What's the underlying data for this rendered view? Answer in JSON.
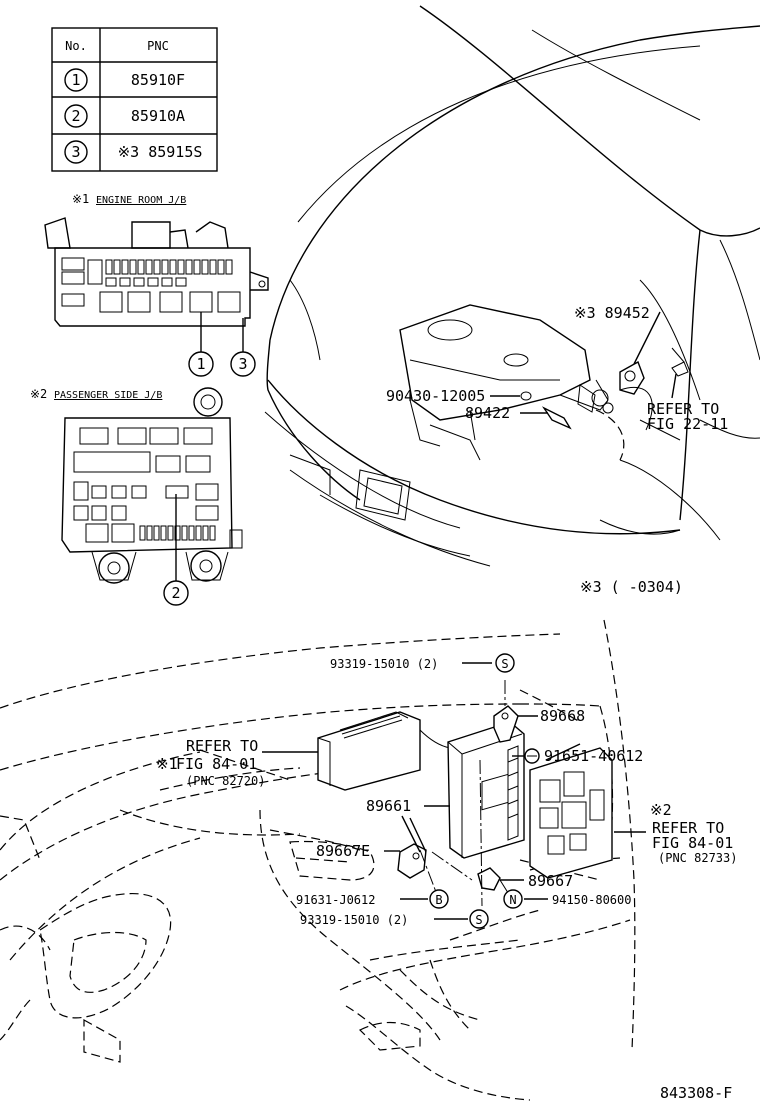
{
  "table": {
    "header": {
      "no": "No.",
      "pnc": "PNC"
    },
    "rows": [
      {
        "num": "1",
        "pnc": "85910F"
      },
      {
        "num": "2",
        "pnc": "85910A"
      },
      {
        "num": "3",
        "pnc": "※3 85915S"
      }
    ]
  },
  "inset1": {
    "mark": "※1",
    "title": "ENGINE ROOM J/B",
    "callouts": [
      "1",
      "3"
    ]
  },
  "inset2": {
    "mark": "※2",
    "title": "PASSENGER SIDE J/B",
    "callouts": [
      "2"
    ]
  },
  "top_view": {
    "p89452": "※3 89452",
    "p90430": "90430-12005",
    "p89422": "89422",
    "refer": [
      "REFER TO",
      "FIG 22-11"
    ]
  },
  "bottom_view": {
    "date_note": "※3 (    -0304)",
    "p93319_top": "93319-15010 (2)",
    "s_top": "S",
    "p89668": "89668",
    "p91651": "91651-40612",
    "refer1": [
      "REFER TO",
      "FIG 84-01",
      "(PNC 82720)"
    ],
    "refer1_mark": "※1",
    "p89661": "89661",
    "refer2_mark": "※2",
    "refer2": [
      "REFER TO",
      "FIG 84-01",
      "(PNC 82733)"
    ],
    "p89667E": "89667E",
    "p89667": "89667",
    "p91631": "91631-J0612",
    "b_mark": "B",
    "n_mark": "N",
    "p94150": "94150-80600",
    "p93319_bot": "93319-15010 (2)",
    "s_bot": "S"
  },
  "figure_id": "843308-F"
}
